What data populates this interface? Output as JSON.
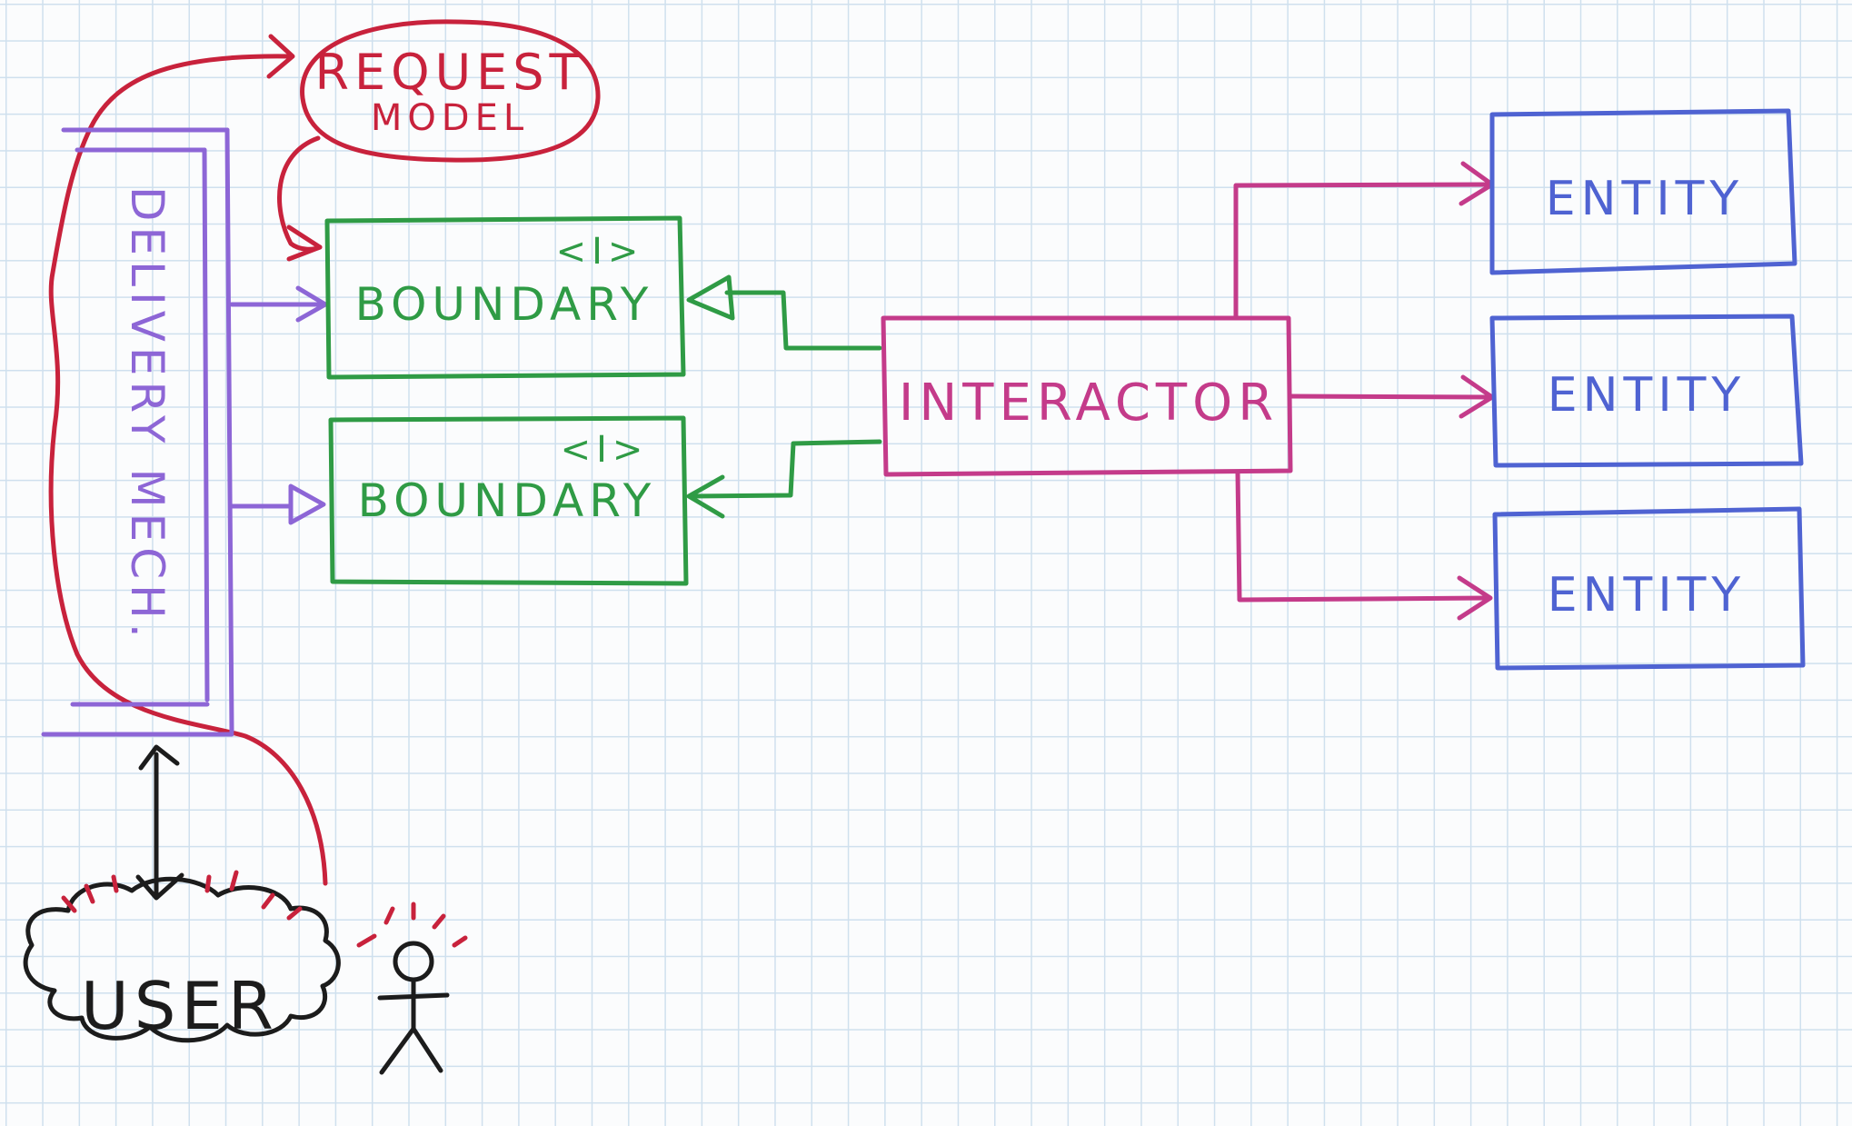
{
  "diagram": {
    "request_model": {
      "line1": "REQUEST",
      "line2": "MODEL"
    },
    "delivery_mechanism": "DELIVERY MECH.",
    "boundary_top": {
      "stereotype": "<I>",
      "label": "BOUNDARY"
    },
    "boundary_bottom": {
      "stereotype": "<I>",
      "label": "BOUNDARY"
    },
    "interactor": "INTERACTOR",
    "entities": [
      "ENTITY",
      "ENTITY",
      "ENTITY"
    ],
    "user": "USER"
  },
  "colors": {
    "request_model": "#c8223c",
    "boundary": "#2f9b45",
    "delivery": "#8d66d6",
    "interactor": "#c43b8a",
    "entity": "#4f63d2",
    "user": "#1c1c1c",
    "grid": "#cfe0ee",
    "paper": "#fbfcfd"
  }
}
